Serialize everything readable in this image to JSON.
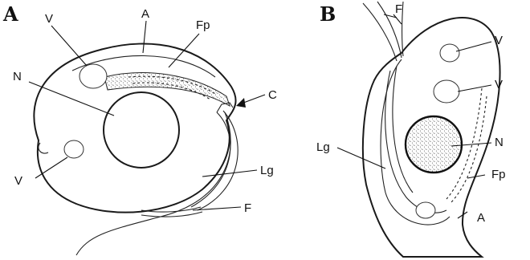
{
  "panels": [
    {
      "id": "A",
      "letter": "A",
      "labels": {
        "V1": "V",
        "A": "A",
        "Fp": "Fp",
        "N": "N",
        "C": "C",
        "V2": "V",
        "Lg": "Lg",
        "F": "F"
      }
    },
    {
      "id": "B",
      "letter": "B",
      "labels": {
        "F": "F",
        "V1": "V",
        "V2": "V",
        "Lg": "Lg",
        "N": "N",
        "Fp": "Fp",
        "A": "A"
      }
    }
  ],
  "colors": {
    "ink": "#1a1a1a",
    "background": "#ffffff",
    "stipple": "#555555"
  }
}
